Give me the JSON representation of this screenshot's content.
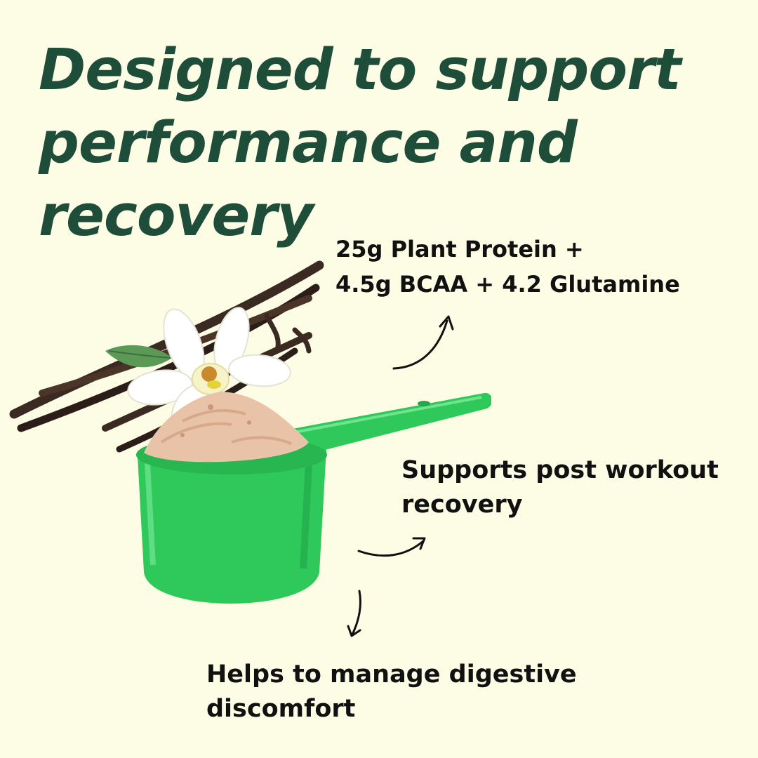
{
  "headline": {
    "lines": [
      "Designed to support",
      "performance and",
      "recovery"
    ]
  },
  "benefits": [
    {
      "lines": [
        "25g Plant Protein +",
        "4.5g BCAA + 4.2 Glutamine"
      ]
    },
    {
      "lines": [
        "Supports post workout",
        "recovery"
      ]
    },
    {
      "lines": [
        "Helps to manage digestive",
        "discomfort"
      ]
    }
  ],
  "colors": {
    "background": "#fdfde6",
    "headline": "#1e4d39",
    "body_text": "#111111",
    "scoop": "#2ec95a",
    "powder": "#e8c3a8",
    "vanilla_pod": "#3a2a22",
    "flower": "#ffffff"
  },
  "icons": [
    "curved-arrow-up-icon",
    "curved-arrow-right-icon",
    "curved-arrow-down-icon"
  ]
}
